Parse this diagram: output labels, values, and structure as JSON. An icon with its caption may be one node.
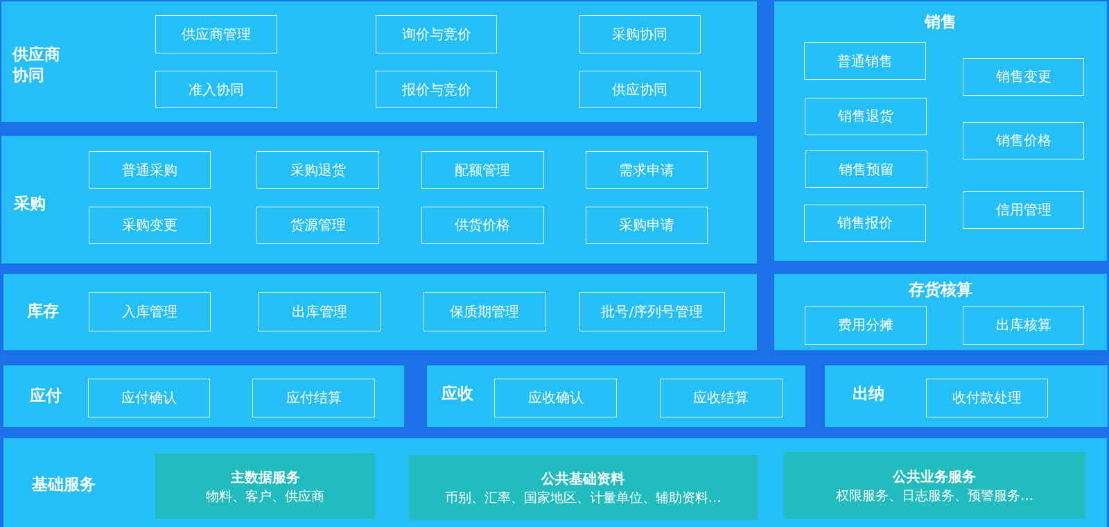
{
  "diagram": {
    "nodes": [
      {
        "text": [
          "供应商协同"
        ]
      },
      {
        "text": [
          "供应商管理"
        ],
        "in": 0
      },
      {
        "text": [
          "询价与竞价"
        ],
        "in": 0
      },
      {
        "text": [
          "采购协同"
        ],
        "in": 0
      },
      {
        "text": [
          "准入协同"
        ],
        "in": 0
      },
      {
        "text": [
          "报价与竞价"
        ],
        "in": 0
      },
      {
        "text": [
          "供应协同"
        ],
        "in": 0
      },
      {
        "text": [
          "销售"
        ]
      },
      {
        "text": [
          "普通销售"
        ],
        "in": 7
      },
      {
        "text": [
          "销售变更"
        ],
        "in": 7
      },
      {
        "text": [
          "销售退货"
        ],
        "in": 7
      },
      {
        "text": [
          "销售价格"
        ],
        "in": 7
      },
      {
        "text": [
          "销售预留"
        ],
        "in": 7
      },
      {
        "text": [
          "信用管理"
        ],
        "in": 7
      },
      {
        "text": [
          "销售报价"
        ],
        "in": 7
      },
      {
        "text": [
          "采购"
        ]
      },
      {
        "text": [
          "普通采购"
        ],
        "in": 15
      },
      {
        "text": [
          "采购退货"
        ],
        "in": 15
      },
      {
        "text": [
          "配额管理"
        ],
        "in": 15
      },
      {
        "text": [
          "需求申请"
        ],
        "in": 15
      },
      {
        "text": [
          "采购变更"
        ],
        "in": 15
      },
      {
        "text": [
          "货源管理"
        ],
        "in": 15
      },
      {
        "text": [
          "供货价格"
        ],
        "in": 15
      },
      {
        "text": [
          "采购申请"
        ],
        "in": 15
      },
      {
        "text": [
          "库存"
        ]
      },
      {
        "text": [
          "入库管理"
        ],
        "in": 24
      },
      {
        "text": [
          "出库管理"
        ],
        "in": 24
      },
      {
        "text": [
          "保质期管理"
        ],
        "in": 24
      },
      {
        "text": [
          "批号/序列号管理"
        ],
        "in": 24
      },
      {
        "text": [
          "存货核算"
        ]
      },
      {
        "text": [
          "费用分摊"
        ],
        "in": 29
      },
      {
        "text": [
          "出库核算"
        ],
        "in": 29
      },
      {
        "text": [
          "应付"
        ]
      },
      {
        "text": [
          "应付确认"
        ],
        "in": 32
      },
      {
        "text": [
          "应付结算"
        ],
        "in": 32
      },
      {
        "text": [
          "应收"
        ]
      },
      {
        "text": [
          "应收确认"
        ],
        "in": 35
      },
      {
        "text": [
          "应收结算"
        ],
        "in": 35
      },
      {
        "text": [
          "出纳"
        ]
      },
      {
        "text": [
          "收付款处理"
        ],
        "in": 38
      },
      {
        "text": [
          "基础服务"
        ]
      },
      {
        "text": [
          "主数据服务",
          "物料、客户、供应商"
        ],
        "in": 40
      },
      {
        "text": [
          "公共基础资料",
          "币别、汇率、国家地区、计量单位、辅助资料…"
        ],
        "in": 40
      },
      {
        "text": [
          "公共业务服务",
          "权限服务、日志服务、预警服务…"
        ],
        "in": 40
      }
    ]
  }
}
